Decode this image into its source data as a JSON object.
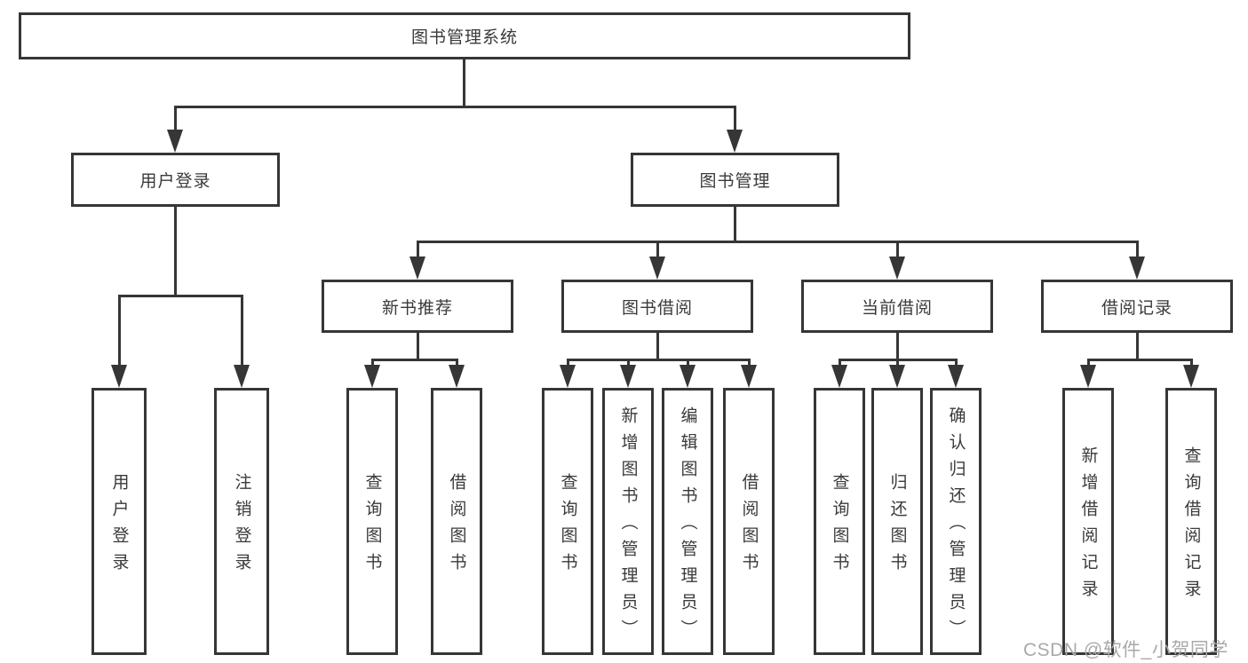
{
  "diagram": {
    "type": "hierarchy-tree",
    "orientation": "top-down",
    "colors": {
      "line": "#363636",
      "box_border": "#363636",
      "box_fill": "#ffffff",
      "text": "#3a3a3a",
      "background": "#ffffff",
      "watermark": "#a9a9a9"
    }
  },
  "tree": {
    "label": "图书管理系统",
    "children": [
      {
        "label": "用户登录",
        "children": [
          {
            "label": "用户登录"
          },
          {
            "label": "注销登录"
          }
        ]
      },
      {
        "label": "图书管理",
        "children": [
          {
            "label": "新书推荐",
            "children": [
              {
                "label": "查询图书"
              },
              {
                "label": "借阅图书"
              }
            ]
          },
          {
            "label": "图书借阅",
            "children": [
              {
                "label": "查询图书"
              },
              {
                "label": "新增图书（管理员）"
              },
              {
                "label": "编辑图书（管理员）"
              },
              {
                "label": "借阅图书"
              }
            ]
          },
          {
            "label": "当前借阅",
            "children": [
              {
                "label": "查询图书"
              },
              {
                "label": "归还图书"
              },
              {
                "label": "确认归还（管理员）"
              }
            ]
          },
          {
            "label": "借阅记录",
            "children": [
              {
                "label": "新增借阅记录"
              },
              {
                "label": "查询借阅记录"
              }
            ]
          }
        ]
      }
    ]
  },
  "watermark": {
    "text": "CSDN @软件_小贺同学"
  }
}
